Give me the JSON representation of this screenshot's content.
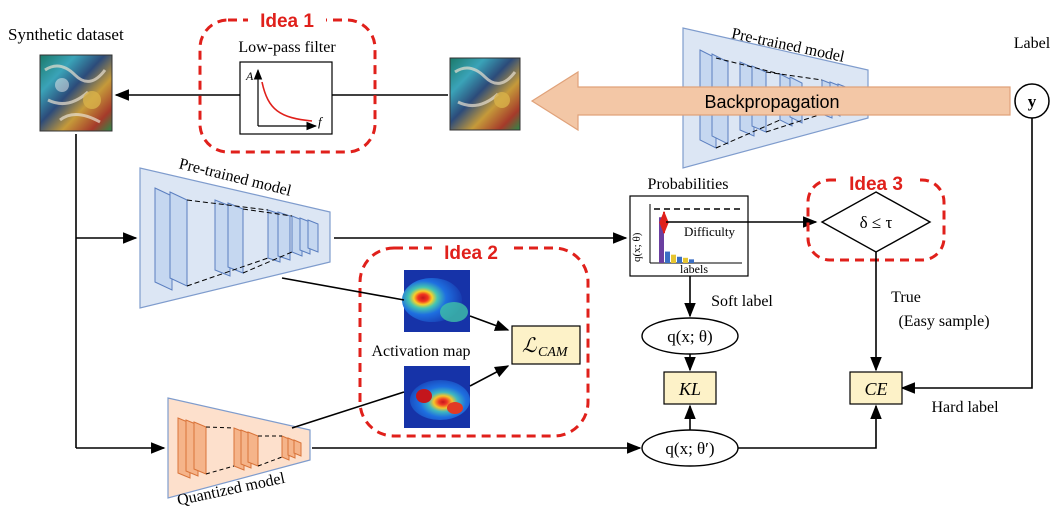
{
  "labels": {
    "synthetic_dataset": "Synthetic dataset",
    "idea1": "Idea 1",
    "idea2": "Idea 2",
    "idea3": "Idea 3",
    "low_pass_filter": "Low-pass filter",
    "axis_a": "A",
    "axis_f": "f",
    "pretrained_top": "Pre-trained model",
    "pretrained_mid": "Pre-trained model",
    "quantized_model": "Quantized model",
    "backpropagation": "Backpropagation",
    "label": "Label",
    "y": "y",
    "probabilities": "Probabilities",
    "difficulty": "Difficulty",
    "labels_axis": "labels",
    "q_axis": "q(x; θ)",
    "condition": "δ ≤ τ",
    "soft_label": "Soft label",
    "true": "True",
    "easy_sample": "(Easy sample)",
    "hard_label": "Hard label",
    "q_theta": "q(x; θ)",
    "q_theta_prime": "q(x; θ′)",
    "kl": "KL",
    "ce": "CE",
    "activation_map": "Activation map",
    "l_cam_main": "ℒ",
    "l_cam_sub": "CAM"
  },
  "colors": {
    "idea_red": "#e0201b",
    "loss_box_fill": "#fdf2c8",
    "pretrained_fill": "#dce6f4",
    "pretrained_layer": "#c5d7f0",
    "quantized_fill": "#fde0cc",
    "quantized_layer": "#f5b48a",
    "backprop_fill": "#f3c7a6",
    "bar_purple": "#6b3fa0",
    "bar_blue": "#3b6fc4",
    "bar_yellow": "#e6c531",
    "difficulty_arrow": "#e0201b"
  },
  "probability_bars": [
    0.88,
    0.22,
    0.16,
    0.12,
    0.1,
    0.07
  ]
}
